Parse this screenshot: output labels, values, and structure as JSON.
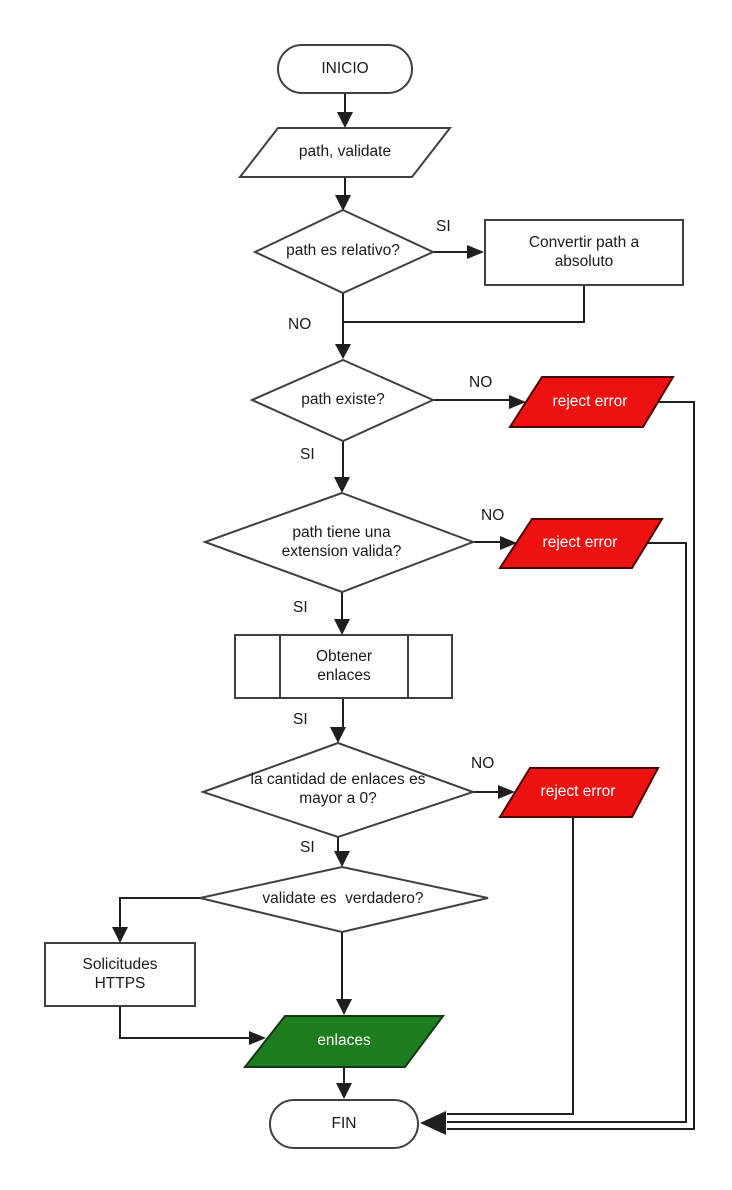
{
  "flowchart": {
    "nodes": {
      "start": "INICIO",
      "input": "path, validate",
      "decision_relative": "path es relativo?",
      "process_convert": "Convertir path a absoluto",
      "decision_exists": "path existe?",
      "reject_exists": "reject error",
      "decision_extension": "path tiene una extension valida?",
      "reject_extension": "reject error",
      "subroutine_links": "Obtener enlaces",
      "decision_count": "la cantidad de enlaces es mayor a 0?",
      "reject_count": "reject error",
      "decision_validate": "validate es  verdadero?",
      "process_https": "Solicitudes HTTPS",
      "output_links": "enlaces",
      "end": "FIN"
    },
    "edge_labels": {
      "relative_yes": "SI",
      "relative_no": "NO",
      "exists_no": "NO",
      "exists_yes": "SI",
      "extension_no": "NO",
      "extension_yes": "SI",
      "links_yes": "SI",
      "count_no": "NO",
      "count_yes": "SI"
    },
    "colors": {
      "reject_fill": "#ee1111",
      "reject_border": "#4d0000",
      "accept_fill": "#1e7d1e",
      "accept_border": "#123812",
      "line": "#1f1f1f",
      "shape_border": "#404040"
    }
  }
}
